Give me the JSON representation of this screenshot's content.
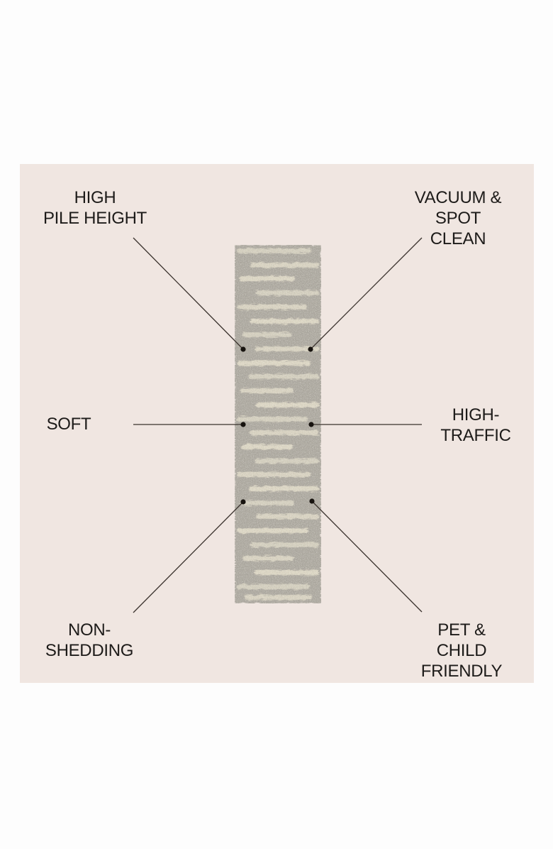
{
  "canvas": {
    "background": "#fdfdfd"
  },
  "panel": {
    "background": "#f0e6e1"
  },
  "text_color": "#1d1b19",
  "line": {
    "color": "#3b332e",
    "dot_color": "#17130f"
  },
  "rug": {
    "name": "gray-shag-runner-rug",
    "base_color": "#a7a39a",
    "stripe_color": "#ded8c5"
  },
  "callouts": [
    {
      "id": "high-pile-height",
      "label": "HIGH\nPILE HEIGHT"
    },
    {
      "id": "vacuum-spot-clean",
      "label": "VACUUM &\nSPOT CLEAN"
    },
    {
      "id": "soft",
      "label": "SOFT"
    },
    {
      "id": "high-traffic",
      "label": "HIGH-\nTRAFFIC"
    },
    {
      "id": "non-shedding",
      "label": "NON-\nSHEDDING"
    },
    {
      "id": "pet-child-friendly",
      "label": "PET & CHILD\nFRIENDLY"
    }
  ]
}
